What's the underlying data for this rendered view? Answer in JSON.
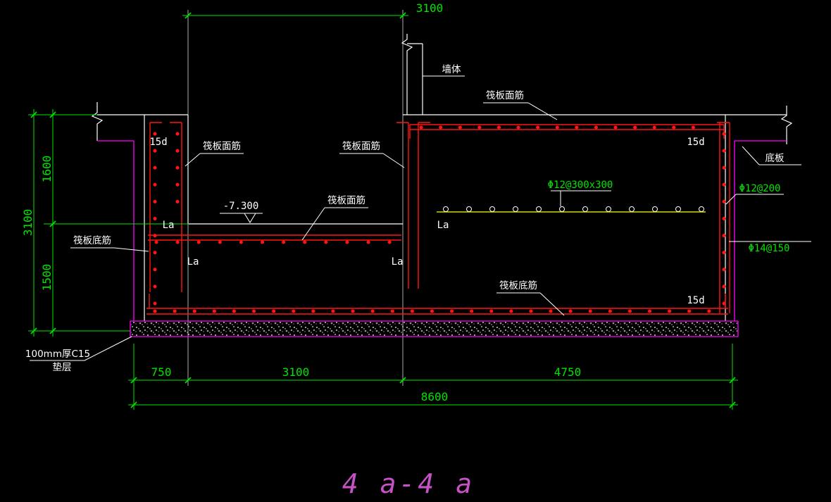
{
  "drawing": {
    "title": "4 a-4 a",
    "colors": {
      "background": "#000000",
      "dimension_green": "#00e400",
      "structure_white": "#ffffff",
      "concrete_magenta": "#ff00ff",
      "rebar_red": "#ff1414",
      "mesh_yellow": "#ffff00",
      "title_magenta": "#c653c6"
    },
    "dimensions": {
      "top_pit_width": "3100",
      "depth_total": "3100",
      "depth_upper": "1600",
      "depth_lower": "1500",
      "bottom_edge_left": "750",
      "bottom_pit_width": "3100",
      "bottom_right_width": "4750",
      "bottom_total_width": "8600"
    },
    "labels": {
      "wall": "墙体",
      "slab_top_rebar": "筏板面筋",
      "slab_bottom_rebar": "筏板底筋",
      "pit_elevation": "-7.300",
      "mesh_spec": "Φ12@300x300",
      "bottom_slab": "底板",
      "wall_bars_1": "Φ12@200",
      "wall_bars_2": "Φ14@150",
      "hook_length": "15d",
      "lap_length": "La",
      "cushion_spec_line1": "100mm厚C15",
      "cushion_spec_line2": "垫层"
    }
  }
}
